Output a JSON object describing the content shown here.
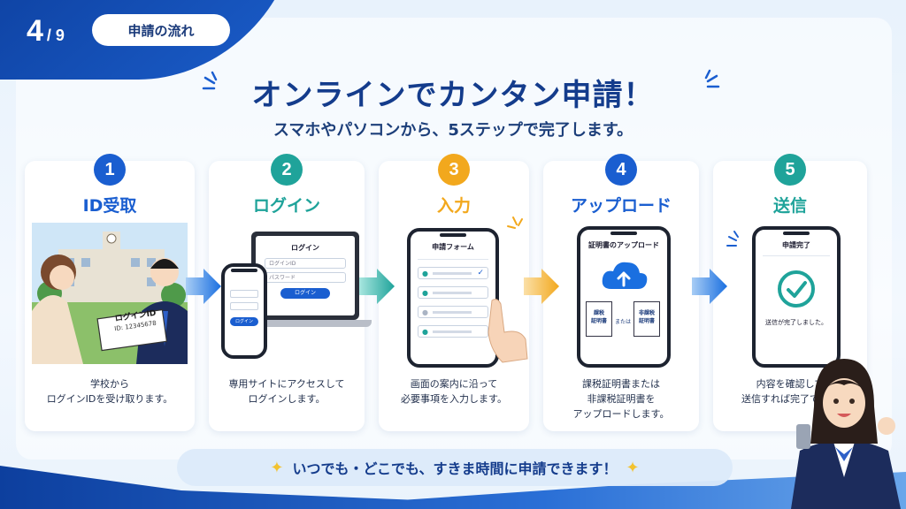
{
  "header": {
    "page_current": "4",
    "page_total": "/ 9",
    "section_label": "申請の流れ"
  },
  "headline": "オンラインでカンタン申請！",
  "subline": "スマホやパソコンから、5ステップで完了します。",
  "steps": [
    {
      "number": "1",
      "title": "ID受取",
      "color": "#1a5ed0",
      "description": "学校から\nログインIDを受け取ります。",
      "card_label": "ログインID",
      "card_id": "ID: 12345678"
    },
    {
      "number": "2",
      "title": "ログイン",
      "color": "#1fa39a",
      "description": "専用サイトにアクセスして\nログインします。",
      "laptop_title": "ログイン",
      "laptop_field1": "ログインID",
      "laptop_field2": "パスワード",
      "laptop_button": "ログイン",
      "phone_button": "ログイン"
    },
    {
      "number": "3",
      "title": "入力",
      "color": "#f2a81d",
      "description": "画面の案内に沿って\n必要事項を入力します。",
      "form_title": "申請フォーム"
    },
    {
      "number": "4",
      "title": "アップロード",
      "color": "#1a5ed0",
      "description": "課税証明書または\n非課税証明書を\nアップロードします。",
      "phone_title": "証明書のアップロード",
      "doc1": "課税\n証明書",
      "or_label": "または",
      "doc2": "非課税\n証明書"
    },
    {
      "number": "5",
      "title": "送信",
      "color": "#1fa39a",
      "description": "内容を確認して\n送信すれば完了です！",
      "phone_title": "申請完了",
      "phone_message": "送信が完了しました。"
    }
  ],
  "footer": "いつでも・どこでも、すきま時間に申請できます！",
  "icons": {
    "arrow": "arrow-right-icon",
    "sparkle": "sparkle-icon",
    "check": "check-icon",
    "cloud_upload": "cloud-upload-icon"
  }
}
